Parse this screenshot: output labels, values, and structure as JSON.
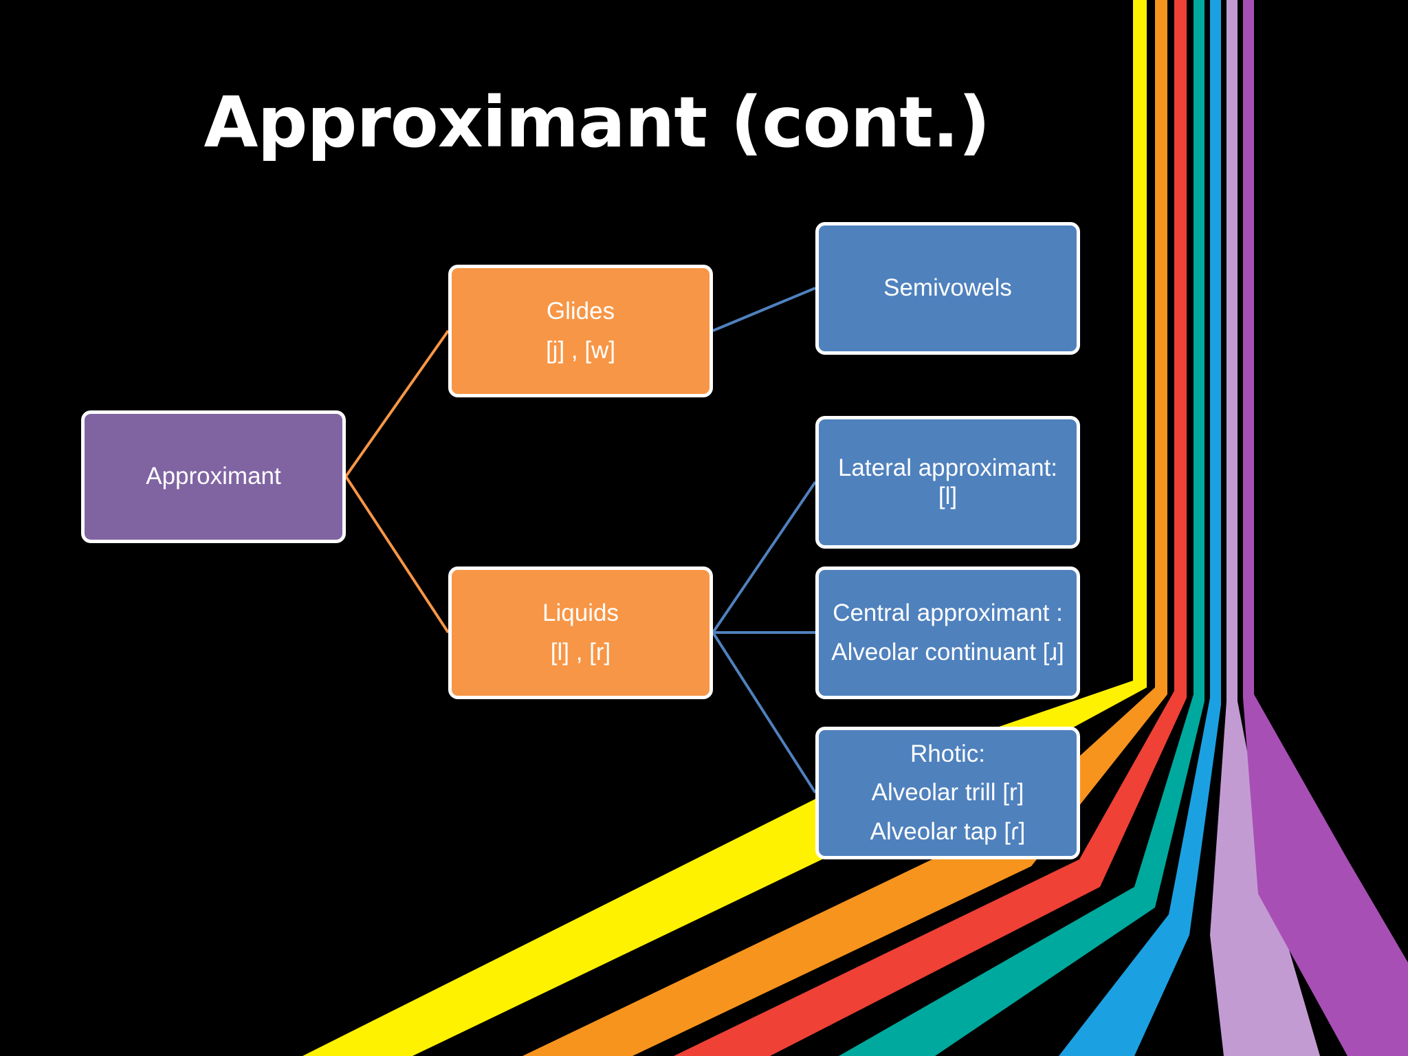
{
  "title": "Approximant (cont.)",
  "colors": {
    "background": "#000000",
    "root_fill": "#8064a2",
    "mid_fill": "#f79646",
    "leaf_fill": "#4f81bd",
    "orange_connector": "#f79646",
    "blue_connector": "#4f81bd",
    "node_border": "#ffffff",
    "stripes": [
      "#fff200",
      "#f7941d",
      "#ef4136",
      "#00a99d",
      "#1ba1e2",
      "#c39bd3",
      "#a84fb5"
    ]
  },
  "diagram": {
    "root": {
      "lines": [
        "Approximant"
      ]
    },
    "glides": {
      "lines": [
        "Glides",
        "[j] , [w]"
      ]
    },
    "liquids": {
      "lines": [
        "Liquids",
        "[l] , [r]"
      ]
    },
    "semivowels": {
      "lines": [
        "Semivowels"
      ]
    },
    "lateral": {
      "lines": [
        "Lateral approximant:",
        "[l]"
      ]
    },
    "central": {
      "lines": [
        "Central approximant :",
        "Alveolar continuant [ɹ]"
      ]
    },
    "rhotic": {
      "lines": [
        "Rhotic:",
        "Alveolar trill [r]",
        "Alveolar tap [ɾ]"
      ]
    },
    "edges": [
      [
        "root",
        "glides"
      ],
      [
        "root",
        "liquids"
      ],
      [
        "glides",
        "semivowels"
      ],
      [
        "liquids",
        "lateral"
      ],
      [
        "liquids",
        "central"
      ],
      [
        "liquids",
        "rhotic"
      ]
    ]
  }
}
